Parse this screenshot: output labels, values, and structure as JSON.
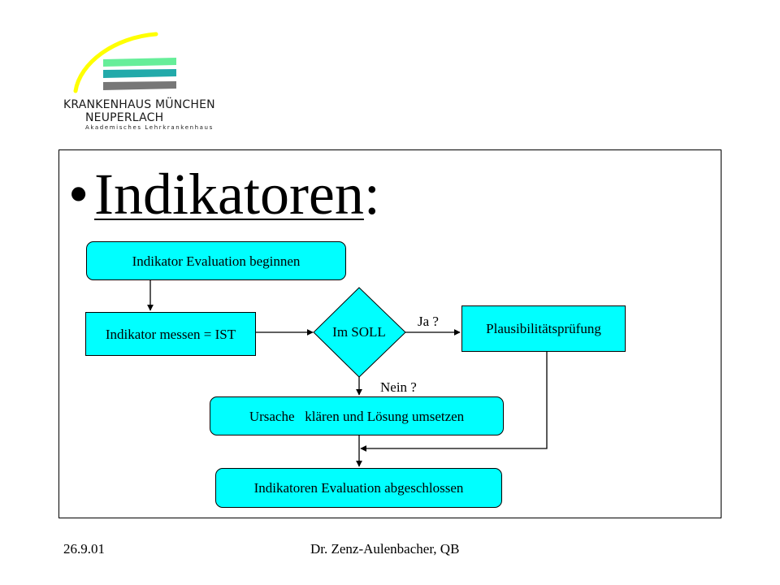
{
  "logo": {
    "line1": "KRANKENHAUS MÜNCHEN",
    "line2": "NEUPERLACH",
    "line3": "Akademisches Lehrkrankenhaus",
    "colors": {
      "arc": "#ffff00",
      "stripe1": "#66ee99",
      "stripe2": "#22aaaa",
      "stripe3": "#777777"
    }
  },
  "slide": {
    "bullet": "•",
    "title": "Indikatoren",
    "title_colon": ":"
  },
  "flowchart": {
    "node_fill": "#00ffff",
    "start": "Indikator Evaluation beginnen",
    "measure": "Indikator messen = IST",
    "decision": "Im SOLL",
    "yes_label": "Ja ?",
    "no_label": "Nein ?",
    "plausibility": "Plausibilitätsprüfung",
    "cause": "Ursache   klären und Lösung umsetzen",
    "end": "Indikatoren Evaluation abgeschlossen"
  },
  "footer": {
    "date": "26.9.01",
    "author": "Dr. Zenz-Aulenbacher, QB"
  }
}
